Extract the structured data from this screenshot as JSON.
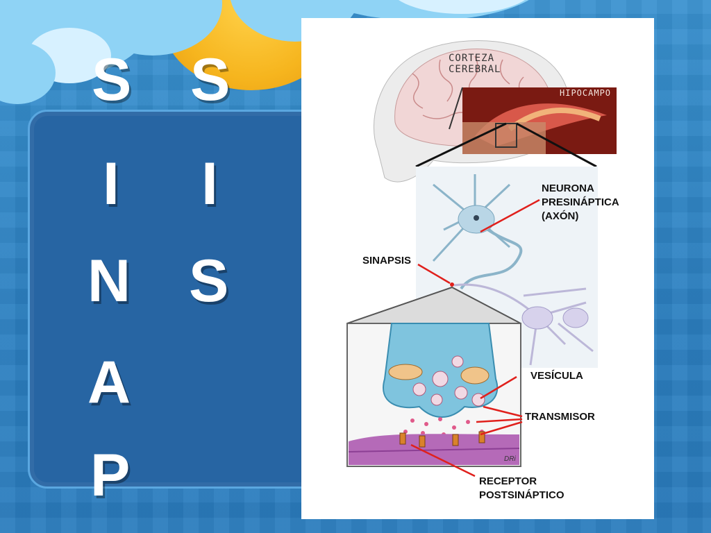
{
  "slide": {
    "title_letters_col1": [
      "S",
      "I",
      "N",
      "A",
      "P"
    ],
    "title_letters_col2": [
      "S",
      "I",
      "S"
    ]
  },
  "diagram": {
    "labels": {
      "cortex": [
        "CORTEZA",
        "CEREBRAL"
      ],
      "hippocampus": "HIPOCAMPO",
      "presynaptic": [
        "NEURONA",
        "PRESINÁPTICA",
        "(AXÓN)"
      ],
      "synapse": "SINAPSIS",
      "vesicle": "VESÍCULA",
      "transmitter": "TRANSMISOR",
      "receptor": [
        "RECEPTOR",
        "POSTSINÁPTICO"
      ],
      "signature": "DRi"
    }
  },
  "colors": {
    "background": "#2f88c9",
    "panel": "#2765a3",
    "sun": "#f6b51e",
    "pointer": "#e0201c"
  }
}
